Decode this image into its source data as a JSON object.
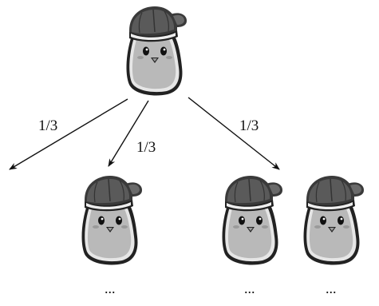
{
  "diagram": {
    "edges": [
      {
        "label": "1/3"
      },
      {
        "label": "1/3"
      },
      {
        "label": "1/3"
      }
    ],
    "continuation_marks": [
      "...",
      "...",
      "..."
    ],
    "colors": {
      "line": "#111111",
      "cap": "#5a5a5a",
      "cap_dark": "#3a3a3a",
      "body": "#b9b9b9",
      "body_outline": "#222222",
      "body_inner_ring": "#e6e6e6"
    }
  }
}
